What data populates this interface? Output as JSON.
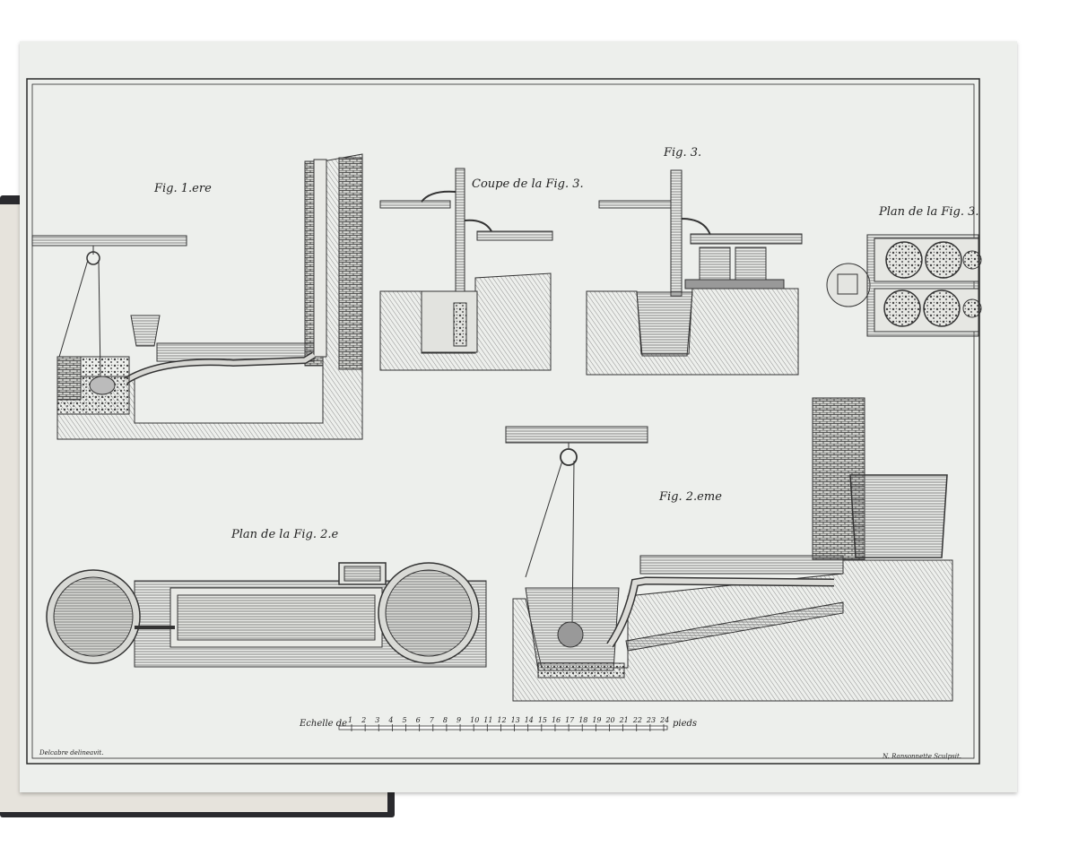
{
  "plate": {
    "fig1_title": "Fig. 1.ere",
    "coupe_title": "Coupe de la Fig. 3.",
    "fig3_title": "Fig. 3.",
    "plan_fig3_title": "Plan de la Fig. 3.",
    "plan_fig2_title": "Plan de la Fig. 2.e",
    "fig2_title": "Fig. 2.eme",
    "scale_prefix": "Echelle de",
    "scale_suffix": "pieds",
    "scale_numbers": [
      "1",
      "2",
      "3",
      "4",
      "5",
      "6",
      "7",
      "8",
      "9",
      "10",
      "11",
      "12",
      "13",
      "14",
      "15",
      "16",
      "17",
      "18",
      "19",
      "20",
      "21",
      "22",
      "23",
      "24"
    ],
    "credit_left": "Delcabre delineavit.",
    "credit_right": "N. Ransonnette Sculpsit."
  },
  "colors": {
    "ink": "#2a2a2a",
    "paper": "#edefec",
    "book_cover": "#2a2a2e"
  }
}
